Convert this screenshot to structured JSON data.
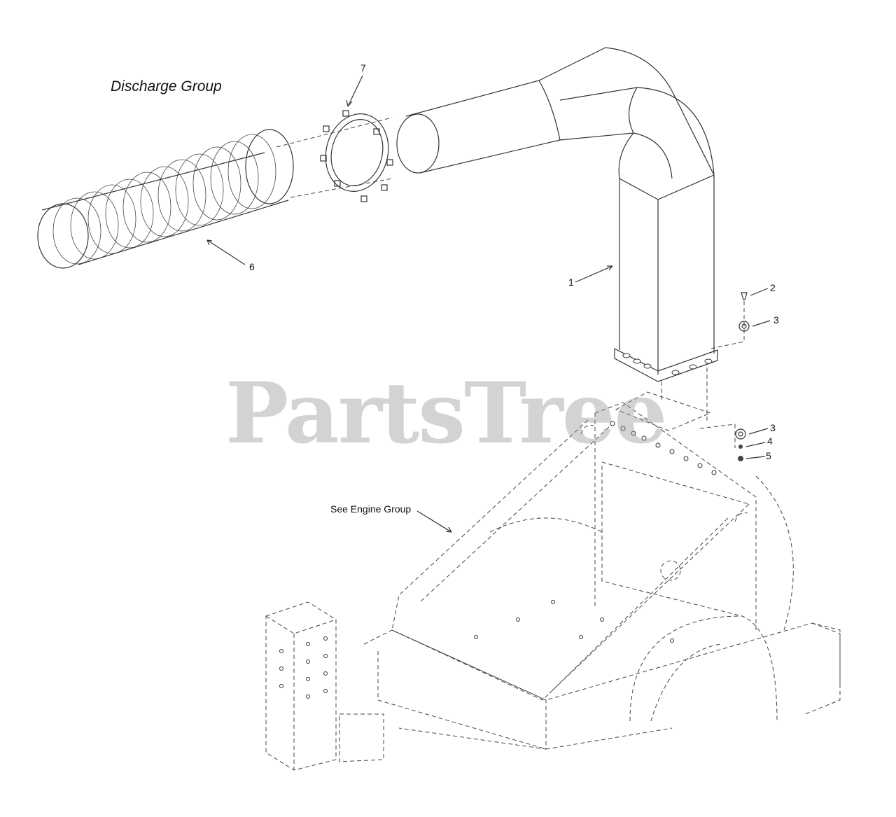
{
  "title": "Discharge Group",
  "watermark": "PartsTree",
  "note": "See Engine Group",
  "callouts": {
    "c1": "1",
    "c2": "2",
    "c3a": "3",
    "c3b": "3",
    "c4": "4",
    "c5": "5",
    "c6": "6",
    "c7": "7"
  }
}
